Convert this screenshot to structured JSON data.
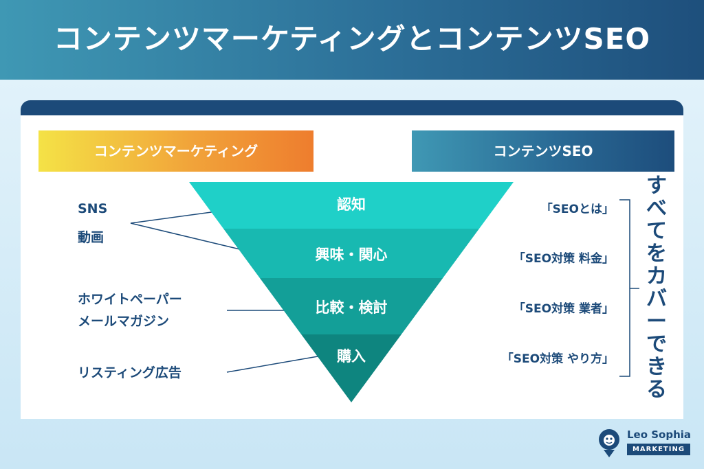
{
  "header": {
    "title": "コンテンツマーケティングとコンテンツSEO"
  },
  "badges": {
    "left": "コンテンツマーケティング",
    "right": "コンテンツSEO"
  },
  "left_labels": {
    "social": [
      "SNS",
      "動画"
    ],
    "content": [
      "ホワイトペーパー",
      "メールマガジン"
    ],
    "ads": "リスティング広告"
  },
  "funnel": {
    "stages": [
      "認知",
      "興味・関心",
      "比較・検討",
      "購入"
    ],
    "colors": [
      "#1fd0c8",
      "#18b9b1",
      "#139f98",
      "#0e857f"
    ]
  },
  "keywords": [
    "「SEOとは」",
    "「SEO対策 料金」",
    "「SEO対策 業者」",
    "「SEO対策 やり方」"
  ],
  "right_note": "すべてをカバーできる",
  "logo": {
    "name": "Leo Sophia",
    "sub": "MARKETING"
  }
}
